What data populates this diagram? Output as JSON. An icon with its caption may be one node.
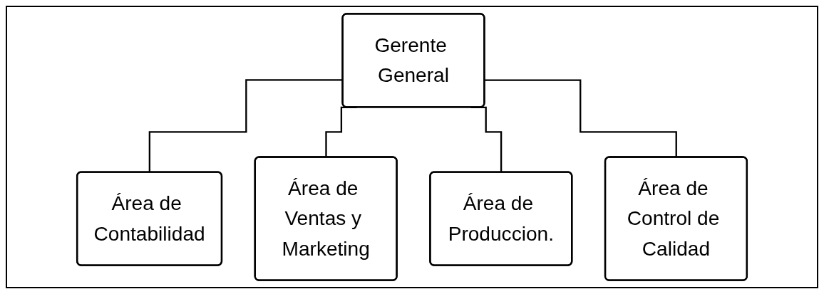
{
  "diagram": {
    "nodes": [
      {
        "text": [
          "Gerente General"
        ]
      },
      {
        "text": [
          "Área de Contabilidad"
        ]
      },
      {
        "text": [
          "Área de Ventas y Marketing"
        ]
      },
      {
        "text": [
          "Área de Produccion."
        ]
      },
      {
        "text": [
          "Área de Control de Calidad"
        ]
      }
    ],
    "edges": [
      {
        "from": 0,
        "to": 1,
        "arrow": "none"
      },
      {
        "from": 0,
        "to": 2,
        "arrow": "none"
      },
      {
        "from": 0,
        "to": 3,
        "arrow": "none"
      },
      {
        "from": 0,
        "to": 4,
        "arrow": "none"
      }
    ]
  }
}
